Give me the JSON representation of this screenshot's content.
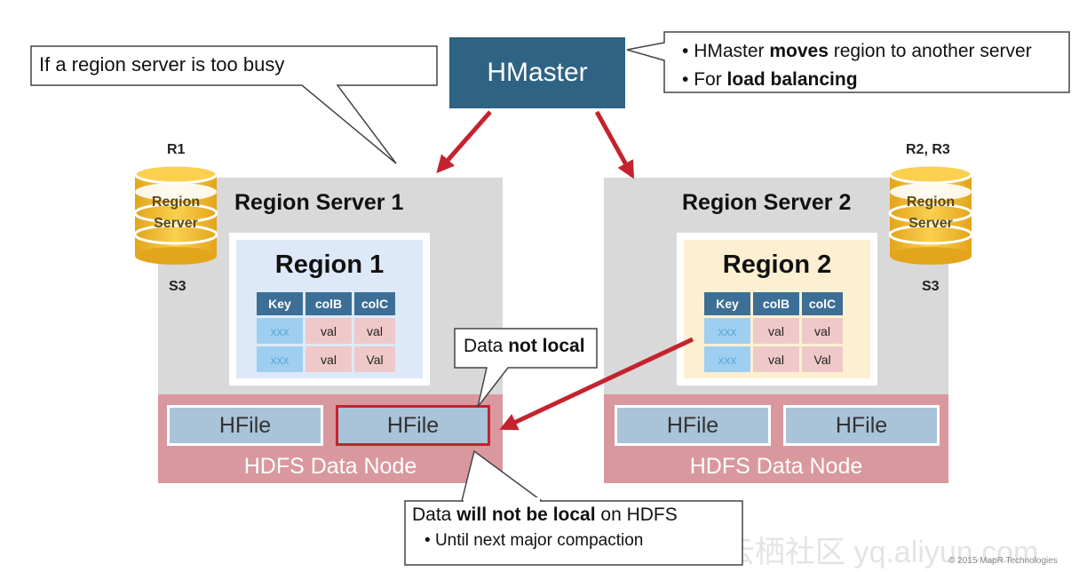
{
  "callout_busy": {
    "text": "If a region server is too busy"
  },
  "hmaster": {
    "label": "HMaster"
  },
  "callout_hmaster": {
    "line1_pre": "HMaster ",
    "line1_bold": "moves",
    "line1_post": " region to another server",
    "line2_pre": "For ",
    "line2_bold": "load balancing"
  },
  "server1": {
    "title": "Region Server 1",
    "db_top_label": "R1",
    "db_bottom_label": "S3",
    "db_line1": "Region",
    "db_line2": "Server",
    "region_title": "Region 1",
    "table": {
      "headers": [
        "Key",
        "colB",
        "colC"
      ],
      "rows": [
        [
          "xxx",
          "val",
          "val"
        ],
        [
          "xxx",
          "val",
          "Val"
        ]
      ]
    },
    "hfiles": [
      "HFile",
      "HFile"
    ],
    "hdfs_label": "HDFS Data Node"
  },
  "server2": {
    "title": "Region Server 2",
    "db_top_label": "R2, R3",
    "db_bottom_label": "S3",
    "db_line1": "Region",
    "db_line2": "Server",
    "region_title": "Region 2",
    "table": {
      "headers": [
        "Key",
        "colB",
        "colC"
      ],
      "rows": [
        [
          "xxx",
          "val",
          "val"
        ],
        [
          "xxx",
          "val",
          "Val"
        ]
      ]
    },
    "hfiles": [
      "HFile",
      "HFile"
    ],
    "hdfs_label": "HDFS Data Node"
  },
  "callout_not_local": {
    "pre": "Data ",
    "bold": "not local"
  },
  "callout_hdfs": {
    "line1_pre": "Data ",
    "line1_bold": "will not be local",
    "line1_post": " on HDFS",
    "line2": "Until next major compaction"
  },
  "copyright": "© 2015 MapR Technologies",
  "watermark": "云栖社区 yq.aliyun.com",
  "colors": {
    "hmaster": "#2e6384",
    "server_bg": "#d9d9d9",
    "hdfs": "#d9989d",
    "hfile": "#a9c3d9",
    "arrow": "#c4232e",
    "region1_bg": "#dde9f8",
    "region2_bg": "#fdf0d2",
    "db_gold": "#f7c23a"
  },
  "icons": [
    "database-cylinder-icon",
    "arrow-icon"
  ]
}
